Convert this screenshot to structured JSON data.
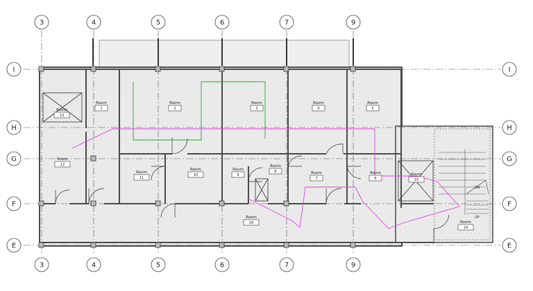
{
  "grid_lines": {
    "vertical": [
      "3",
      "4",
      "5",
      "6",
      "7",
      "9"
    ],
    "horizontal": [
      "I",
      "H",
      "G",
      "F",
      "E"
    ]
  },
  "rooms": [
    {
      "name": "Room",
      "number": "1"
    },
    {
      "name": "Room",
      "number": "2"
    },
    {
      "name": "Room",
      "number": "3"
    },
    {
      "name": "Room",
      "number": "4"
    },
    {
      "name": "Room",
      "number": "5"
    },
    {
      "name": "Room",
      "number": "6"
    },
    {
      "name": "Room",
      "number": "7"
    },
    {
      "name": "Room",
      "number": "8"
    },
    {
      "name": "Room",
      "number": "9"
    },
    {
      "name": "Room",
      "number": "10"
    },
    {
      "name": "Room",
      "number": "11"
    },
    {
      "name": "Room",
      "number": "12"
    },
    {
      "name": "Room",
      "number": "13"
    },
    {
      "name": "Room",
      "number": "14"
    },
    {
      "name": "Room",
      "number": "15"
    },
    {
      "name": "Room",
      "number": "16"
    }
  ],
  "stair": {
    "up_label": "UP",
    "down_label": "DN"
  },
  "colors": {
    "background": "#ffffff",
    "wall": "#4a4a4a",
    "grid": "#555555",
    "floor_fill": "#e9e9e9",
    "path_magenta": "#e040e0",
    "path_green": "#22a822"
  }
}
